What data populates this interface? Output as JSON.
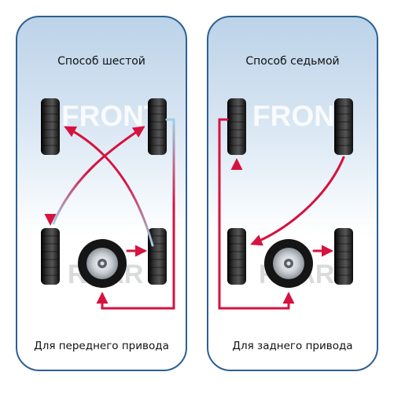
{
  "diagrams": [
    {
      "title": "Способ шестой",
      "caption": "Для переднего привода",
      "watermark_front": "FRONT",
      "watermark_rear": "REAR"
    },
    {
      "title": "Способ седьмой",
      "caption": "Для заднего привода",
      "watermark_front": "FRONT",
      "watermark_rear": "REAR"
    }
  ],
  "colors": {
    "arrow": "#d6123f",
    "arrow_fade": "#9fd0ea",
    "panel_border": "#2d5f95",
    "tire": "#1b1b1b"
  },
  "icons": [
    "tire-icon",
    "spare-wheel-icon",
    "arrow-icon"
  ]
}
